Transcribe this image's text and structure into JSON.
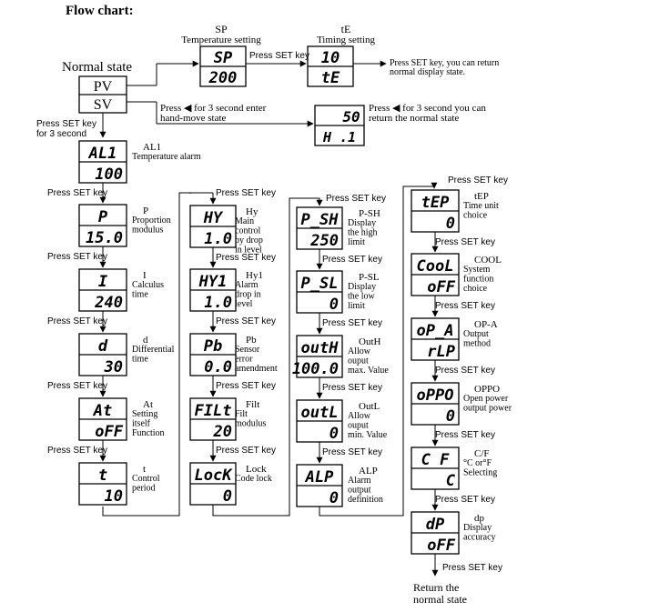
{
  "title": "Flow chart:",
  "top": {
    "normal_state": "Normal state",
    "pv": "PV",
    "sv": "SV",
    "sp_code": "SP",
    "sp_name": "Temperature setting",
    "sp_top": "SP",
    "sp_bottom": "200",
    "te_code": "tE",
    "te_name": "Timing setting",
    "te_top": "10",
    "te_bottom": "tE",
    "press_set_key": "Press SET key",
    "return_note_1": "Press SET key, you can return",
    "return_note_2": "normal display state.",
    "hand_1": "Press ◀ for 3 second enter",
    "hand_2": "hand-move state",
    "hand_top": "50",
    "hand_bottom": "H .1",
    "ret_1": "Press ◀ for 3 second you can",
    "ret_2": "return the normal state",
    "press3_1": "Press SET key",
    "press3_2": "for 3 second"
  },
  "press_set_key": "Press SET key",
  "col1": [
    {
      "top": "AL1",
      "bottom": "100",
      "l1": "AL1",
      "l2": "Temperature alarm",
      "l3": "",
      "l4": ""
    },
    {
      "top": "P",
      "bottom": "15.0",
      "l1": "P",
      "l2": "Proportion",
      "l3": "modulus",
      "l4": ""
    },
    {
      "top": "I",
      "bottom": "240",
      "l1": "I",
      "l2": "Calculus",
      "l3": "time",
      "l4": ""
    },
    {
      "top": "d",
      "bottom": "30",
      "l1": "d",
      "l2": "Differential",
      "l3": "time",
      "l4": ""
    },
    {
      "top": "At",
      "bottom": "oFF",
      "l1": "At",
      "l2": "Setting",
      "l3": "itself",
      "l4": "Function"
    },
    {
      "top": "t",
      "bottom": "10",
      "l1": "t",
      "l2": "Control",
      "l3": "period",
      "l4": ""
    }
  ],
  "col2": [
    {
      "top": "HY",
      "bottom": "1.0",
      "l1": "Hy",
      "l2": "Main",
      "l3": "control",
      "l4": "by drop",
      "l5": "in level"
    },
    {
      "top": "HY1",
      "bottom": "1.0",
      "l1": "Hy1",
      "l2": "Alarm",
      "l3": "drop in",
      "l4": "level",
      "l5": ""
    },
    {
      "top": "Pb",
      "bottom": "0.0",
      "l1": "Pb",
      "l2": "Sensor",
      "l3": "error",
      "l4": "amendment",
      "l5": ""
    },
    {
      "top": "FILt",
      "bottom": "20",
      "l1": "Filt",
      "l2": "Filt",
      "l3": "modulus",
      "l4": "",
      "l5": ""
    },
    {
      "top": "LocK",
      "bottom": "0",
      "l1": "Lock",
      "l2": "Code lock",
      "l3": "",
      "l4": "",
      "l5": ""
    }
  ],
  "col3": [
    {
      "top": "P_SH",
      "bottom": "250",
      "l1": "P-SH",
      "l2": "Display",
      "l3": "the high",
      "l4": "limit"
    },
    {
      "top": "P_SL",
      "bottom": "0",
      "l1": "P-SL",
      "l2": "Display",
      "l3": "the low",
      "l4": "limit"
    },
    {
      "top": "outH",
      "bottom": "100.0",
      "l1": "OutH",
      "l2": "Allow",
      "l3": "ouput",
      "l4": "max. Value"
    },
    {
      "top": "outL",
      "bottom": "0",
      "l1": "OutL",
      "l2": "Allow",
      "l3": "ouput",
      "l4": "min. Value"
    },
    {
      "top": "ALP",
      "bottom": "0",
      "l1": "ALP",
      "l2": "Alarm",
      "l3": "output",
      "l4": "definition"
    }
  ],
  "col4": [
    {
      "top": "tEP",
      "bottom": "0",
      "l1": "tEP",
      "l2": "Time unit",
      "l3": "choice",
      "l4": ""
    },
    {
      "top": "CooL",
      "bottom": "oFF",
      "l1": "COOL",
      "l2": "System",
      "l3": "function",
      "l4": "choice"
    },
    {
      "top": "oP_A",
      "bottom": "rLP",
      "l1": "OP-A",
      "l2": "Output",
      "l3": "method",
      "l4": ""
    },
    {
      "top": "oPPO",
      "bottom": "0",
      "l1": "OPPO",
      "l2": "Open power",
      "l3": "output power",
      "l4": ""
    },
    {
      "top": "C F",
      "bottom": "C",
      "l1": "C/F",
      "l2": "°C or°F",
      "l3": "Selecting",
      "l4": ""
    },
    {
      "top": "dP",
      "bottom": "oFF",
      "l1": "dp",
      "l2": "Display",
      "l3": "accuracy",
      "l4": ""
    }
  ],
  "end_1": "Return the",
  "end_2": "normal state"
}
